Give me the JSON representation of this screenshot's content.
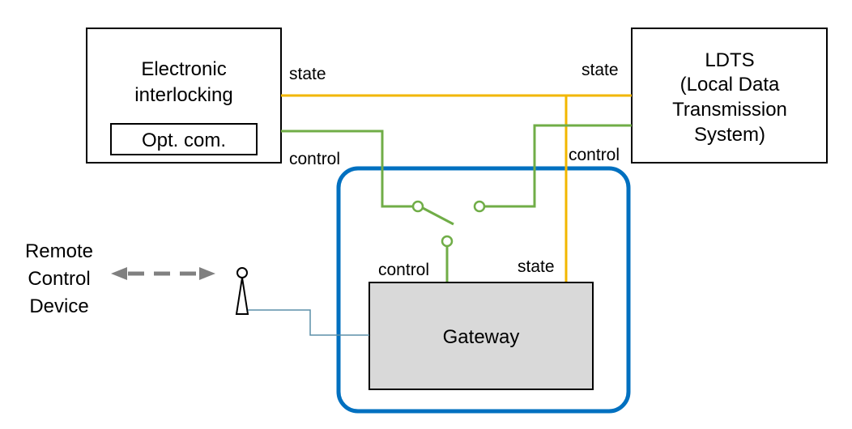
{
  "boxes": {
    "interlocking": {
      "title_line1": "Electronic",
      "title_line2": "interlocking",
      "sub_label": "Opt. com."
    },
    "ldts": {
      "line1": "LDTS",
      "line2": "(Local Data",
      "line3": "Transmission",
      "line4": "System)"
    },
    "gateway": {
      "label": "Gateway"
    }
  },
  "labels": {
    "state_left": "state",
    "state_right": "state",
    "control_left": "control",
    "control_right": "control",
    "control_gateway": "control",
    "state_gateway": "state"
  },
  "remote": {
    "line1": "Remote",
    "line2": "Control",
    "line3": "Device"
  },
  "colors": {
    "state_line": "#f2b700",
    "control_line": "#70ad47",
    "enclosure": "#0070c0",
    "gateway_fill": "#d9d9d9",
    "dashed_arrow": "#808080",
    "antenna_link": "#5b8fa8"
  }
}
